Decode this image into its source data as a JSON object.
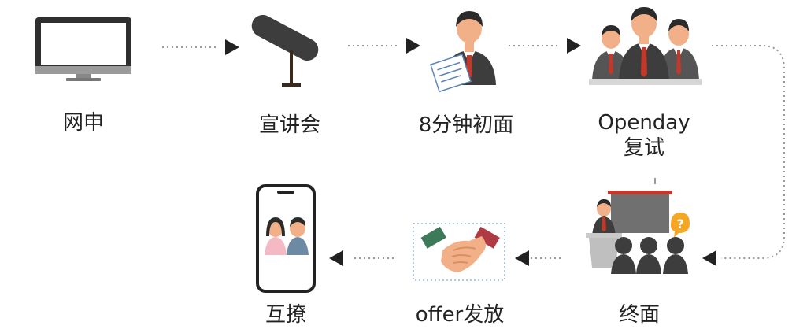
{
  "steps": [
    {
      "id": "online",
      "label": "网申",
      "icon": "monitor-icon"
    },
    {
      "id": "seminar",
      "label": "宣讲会",
      "icon": "microphone-icon"
    },
    {
      "id": "first",
      "label": "8分钟初面",
      "icon": "interviewer-icon"
    },
    {
      "id": "openday",
      "label": "Openday",
      "label2": "复试",
      "icon": "group-interview-icon"
    },
    {
      "id": "final",
      "label": "终面",
      "icon": "presentation-icon"
    },
    {
      "id": "offer",
      "label": "offer发放",
      "icon": "handshake-icon"
    },
    {
      "id": "chat",
      "label": "互撩",
      "icon": "phone-chat-icon"
    }
  ],
  "colors": {
    "dark": "#3d3d3d",
    "skin": "#f2b089",
    "hair": "#2b2b2b",
    "tie": "#c0392b",
    "arrow": "#222222",
    "dots": "#9a9a9a"
  }
}
